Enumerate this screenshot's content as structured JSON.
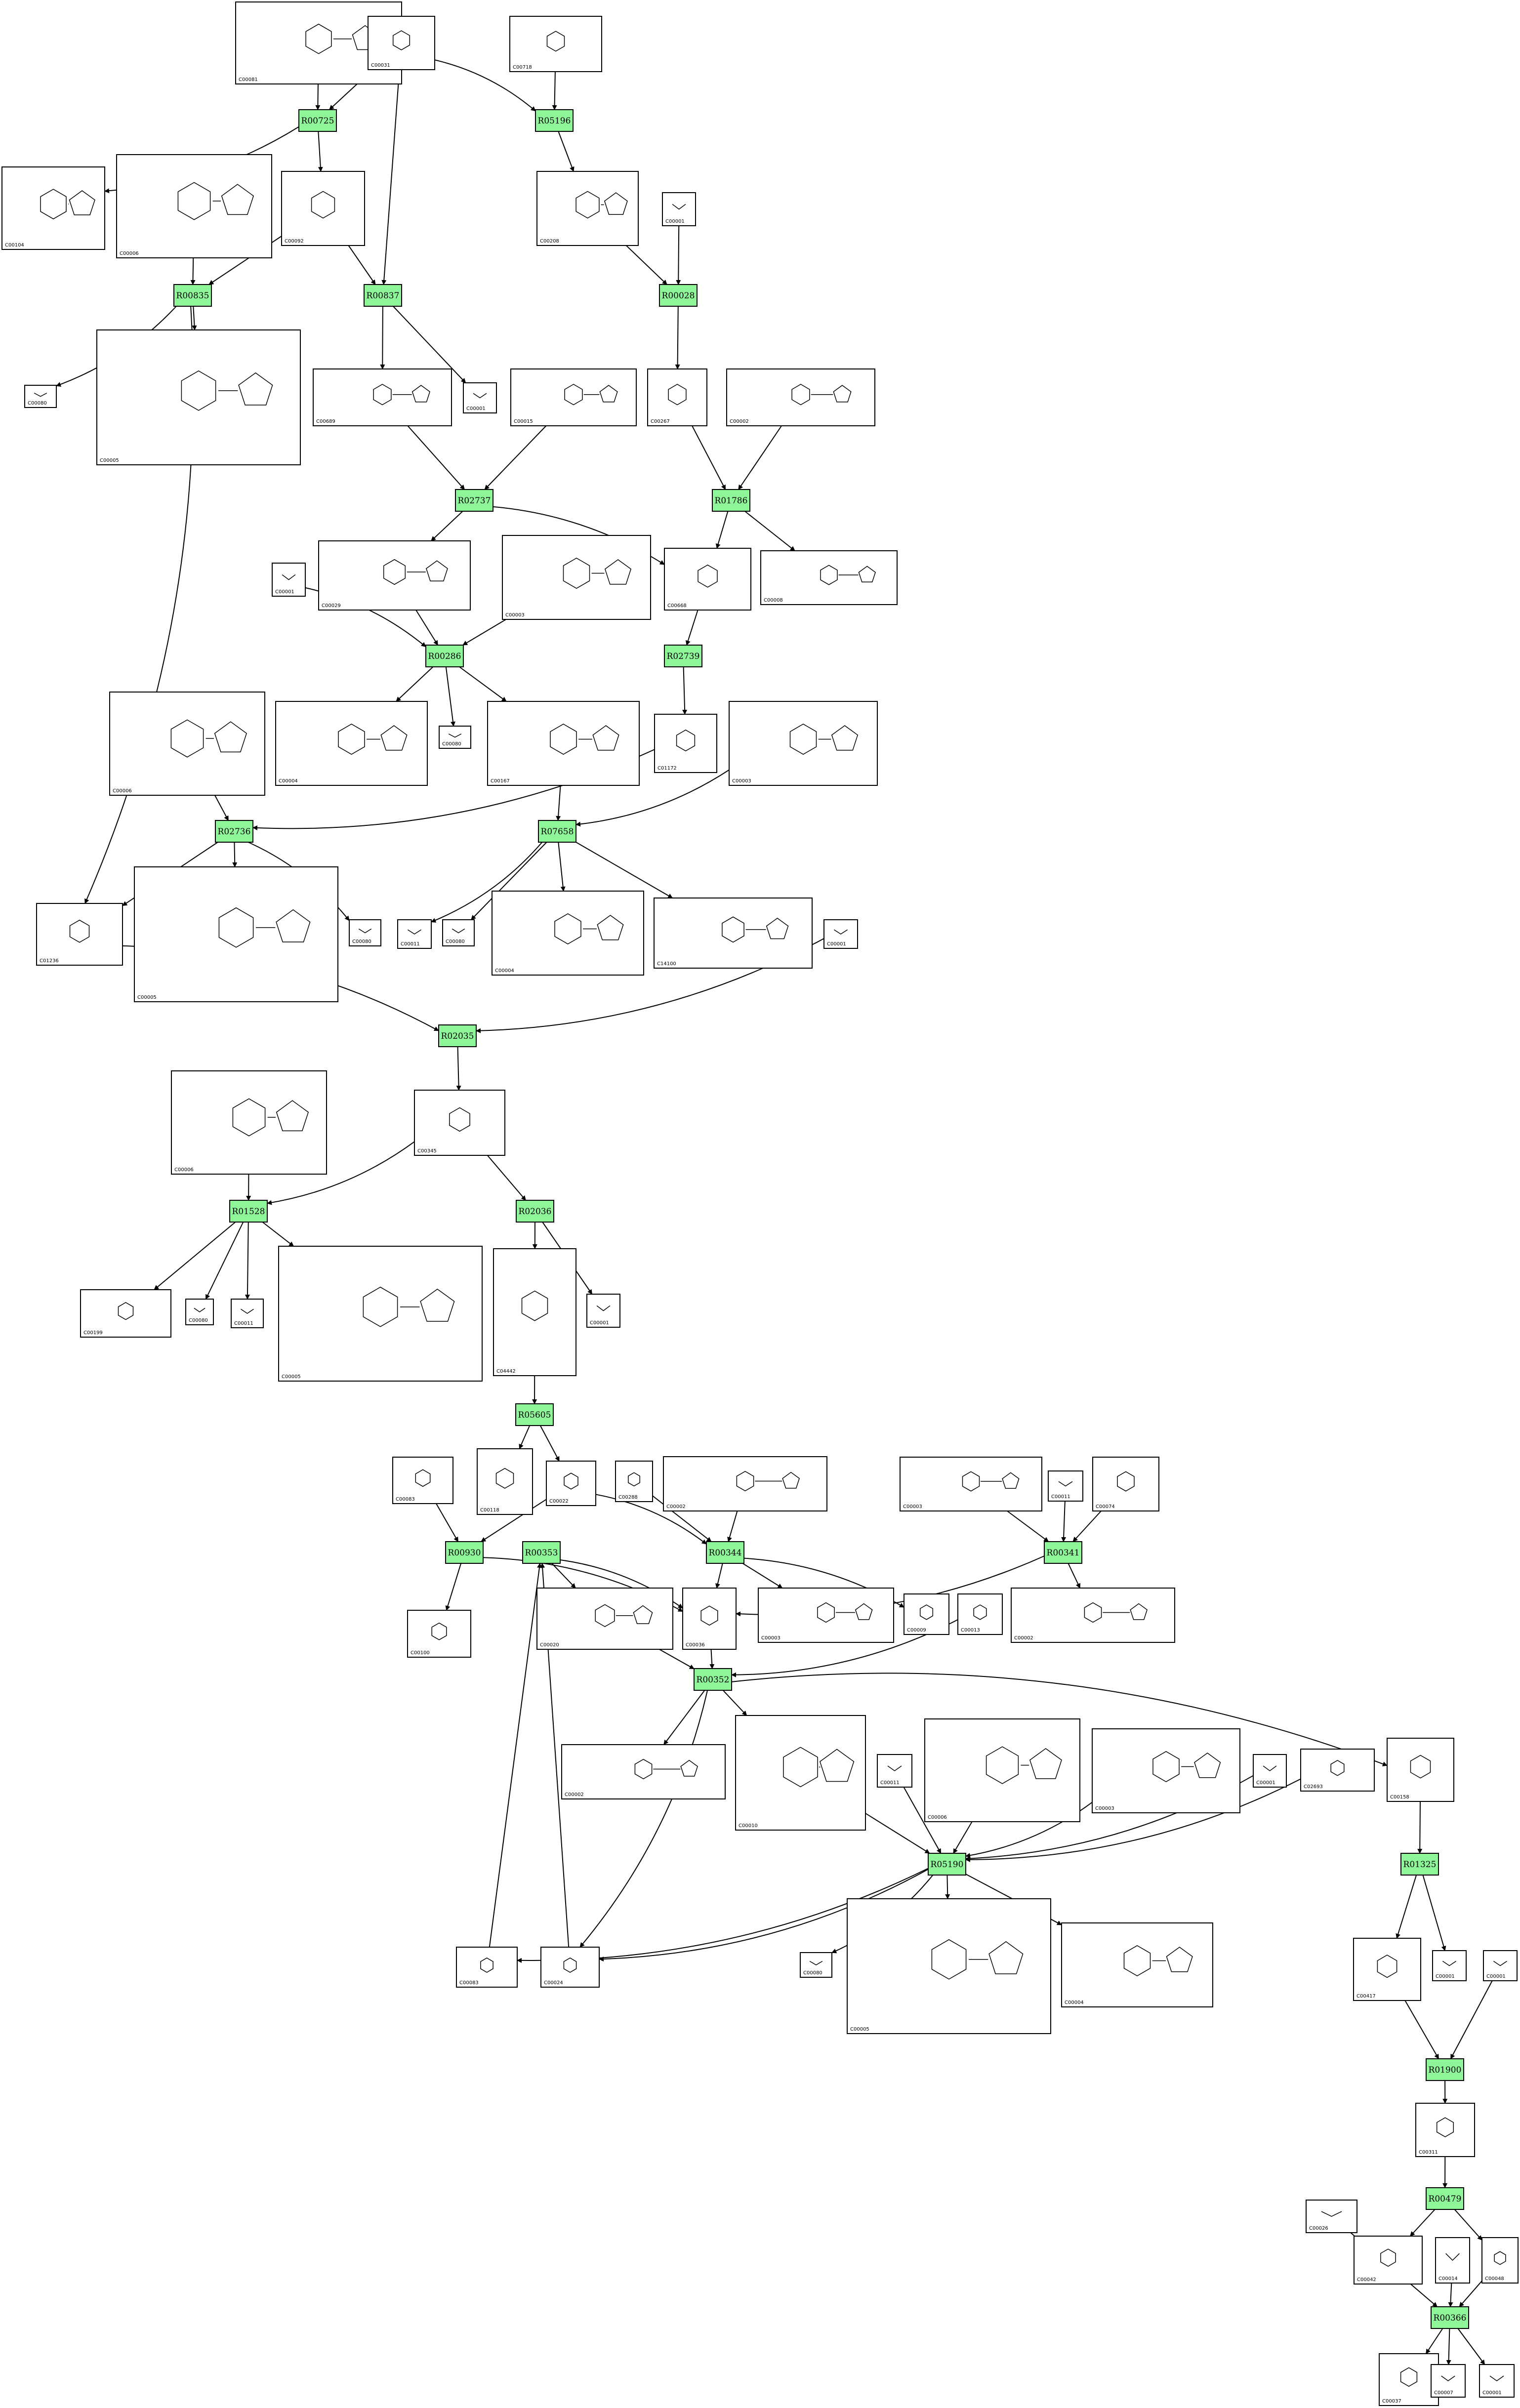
{
  "reactions": [
    {
      "id": "R00725",
      "label": "R00725"
    },
    {
      "id": "R05196",
      "label": "R05196"
    },
    {
      "id": "R00835",
      "label": "R00835"
    },
    {
      "id": "R00837",
      "label": "R00837"
    },
    {
      "id": "R00028",
      "label": "R00028"
    },
    {
      "id": "R02737",
      "label": "R02737"
    },
    {
      "id": "R01786",
      "label": "R01786"
    },
    {
      "id": "R00286",
      "label": "R00286"
    },
    {
      "id": "R02739",
      "label": "R02739"
    },
    {
      "id": "R02736",
      "label": "R02736"
    },
    {
      "id": "R07658",
      "label": "R07658"
    },
    {
      "id": "R02035",
      "label": "R02035"
    },
    {
      "id": "R01528",
      "label": "R01528"
    },
    {
      "id": "R02036",
      "label": "R02036"
    },
    {
      "id": "R05605",
      "label": "R05605"
    },
    {
      "id": "R00930",
      "label": "R00930"
    },
    {
      "id": "R00353",
      "label": "R00353"
    },
    {
      "id": "R00344",
      "label": "R00344"
    },
    {
      "id": "R00341",
      "label": "R00341"
    },
    {
      "id": "R00352",
      "label": "R00352"
    },
    {
      "id": "R05190",
      "label": "R05190"
    },
    {
      "id": "R01325",
      "label": "R01325"
    },
    {
      "id": "R01900",
      "label": "R01900"
    },
    {
      "id": "R00479",
      "label": "R00479"
    },
    {
      "id": "R00366",
      "label": "R00366"
    }
  ],
  "compounds": [
    {
      "key": "c00081a",
      "id": "C00081"
    },
    {
      "key": "c00031a",
      "id": "C00031"
    },
    {
      "key": "c00718a",
      "id": "C00718"
    },
    {
      "key": "c00104a",
      "id": "C00104"
    },
    {
      "key": "c00006a",
      "id": "C00006"
    },
    {
      "key": "c00092a",
      "id": "C00092"
    },
    {
      "key": "c00208a",
      "id": "C00208"
    },
    {
      "key": "c00001a",
      "id": "C00001"
    },
    {
      "key": "c00080a",
      "id": "C00080"
    },
    {
      "key": "c00005a",
      "id": "C00005"
    },
    {
      "key": "c00001b",
      "id": "C00001"
    },
    {
      "key": "c00689a",
      "id": "C00689"
    },
    {
      "key": "c00015a",
      "id": "C00015"
    },
    {
      "key": "c00267a",
      "id": "C00267"
    },
    {
      "key": "c00002a",
      "id": "C00002"
    },
    {
      "key": "c00029a",
      "id": "C00029"
    },
    {
      "key": "c00003a",
      "id": "C00003"
    },
    {
      "key": "c00668a",
      "id": "C00668"
    },
    {
      "key": "c00008a",
      "id": "C00008"
    },
    {
      "key": "c00001c",
      "id": "C00001"
    },
    {
      "key": "c00006b",
      "id": "C00006"
    },
    {
      "key": "c00004a",
      "id": "C00004"
    },
    {
      "key": "c00080b",
      "id": "C00080"
    },
    {
      "key": "c00167a",
      "id": "C00167"
    },
    {
      "key": "c01172a",
      "id": "C01172"
    },
    {
      "key": "c00003b",
      "id": "C00003"
    },
    {
      "key": "c01236a",
      "id": "C01236"
    },
    {
      "key": "c00005b",
      "id": "C00005"
    },
    {
      "key": "c00080c",
      "id": "C00080"
    },
    {
      "key": "c00011a",
      "id": "C00011"
    },
    {
      "key": "c00080d",
      "id": "C00080"
    },
    {
      "key": "c00004b",
      "id": "C00004"
    },
    {
      "key": "c14100a",
      "id": "C14100"
    },
    {
      "key": "c00001d",
      "id": "C00001"
    },
    {
      "key": "c00006c",
      "id": "C00006"
    },
    {
      "key": "c00345a",
      "id": "C00345"
    },
    {
      "key": "c00199a",
      "id": "C00199"
    },
    {
      "key": "c00080e",
      "id": "C00080"
    },
    {
      "key": "c00011b",
      "id": "C00011"
    },
    {
      "key": "c00005c",
      "id": "C00005"
    },
    {
      "key": "c04442a",
      "id": "C04442"
    },
    {
      "key": "c00001e",
      "id": "C00001"
    },
    {
      "key": "c00083a",
      "id": "C00083"
    },
    {
      "key": "c00118a",
      "id": "C00118"
    },
    {
      "key": "c00022a",
      "id": "C00022"
    },
    {
      "key": "c00288a",
      "id": "C00288"
    },
    {
      "key": "c00002b",
      "id": "C00002"
    },
    {
      "key": "c00003c",
      "id": "C00003"
    },
    {
      "key": "c00011c",
      "id": "C00011"
    },
    {
      "key": "c00074a",
      "id": "C00074"
    },
    {
      "key": "c00100a",
      "id": "C00100"
    },
    {
      "key": "c00020a",
      "id": "C00020"
    },
    {
      "key": "c00036a",
      "id": "C00036"
    },
    {
      "key": "c00003d",
      "id": "C00003"
    },
    {
      "key": "c00009a",
      "id": "C00009"
    },
    {
      "key": "c00013a",
      "id": "C00013"
    },
    {
      "key": "c00002c",
      "id": "C00002"
    },
    {
      "key": "c00002d",
      "id": "C00002"
    },
    {
      "key": "c00010a",
      "id": "C00010"
    },
    {
      "key": "c00011d",
      "id": "C00011"
    },
    {
      "key": "c00006d",
      "id": "C00006"
    },
    {
      "key": "c00003e",
      "id": "C00003"
    },
    {
      "key": "c00001f",
      "id": "C00001"
    },
    {
      "key": "c02693a",
      "id": "C02693"
    },
    {
      "key": "c00158a",
      "id": "C00158"
    },
    {
      "key": "c00083b",
      "id": "C00083"
    },
    {
      "key": "c00024a",
      "id": "C00024"
    },
    {
      "key": "c00080f",
      "id": "C00080"
    },
    {
      "key": "c00005d",
      "id": "C00005"
    },
    {
      "key": "c00004c",
      "id": "C00004"
    },
    {
      "key": "c00417a",
      "id": "C00417"
    },
    {
      "key": "c00001g",
      "id": "C00001"
    },
    {
      "key": "c00001h",
      "id": "C00001"
    },
    {
      "key": "c00311a",
      "id": "C00311"
    },
    {
      "key": "c00026a",
      "id": "C00026"
    },
    {
      "key": "c00042a",
      "id": "C00042"
    },
    {
      "key": "c00014a",
      "id": "C00014"
    },
    {
      "key": "c00048a",
      "id": "C00048"
    },
    {
      "key": "c00037a",
      "id": "C00037"
    },
    {
      "key": "c00007a",
      "id": "C00007"
    },
    {
      "key": "c00001i",
      "id": "C00001"
    }
  ]
}
